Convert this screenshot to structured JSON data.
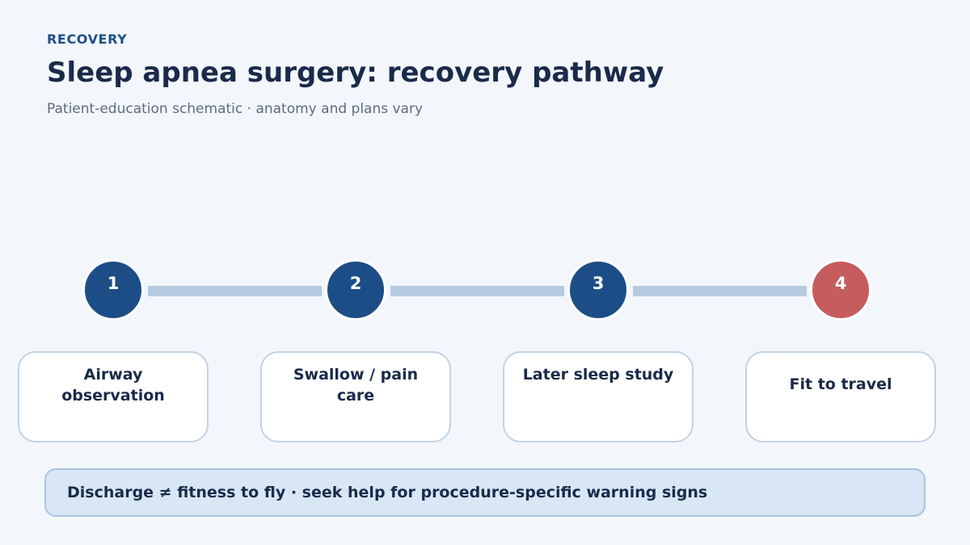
{
  "header": {
    "eyebrow": "RECOVERY",
    "title": "Sleep apnea surgery: recovery pathway",
    "subtitle": "Patient-education schematic · anatomy and plans vary"
  },
  "steps": [
    {
      "number": "1",
      "label": "Airway observation",
      "color": "#1d4d87"
    },
    {
      "number": "2",
      "label": "Swallow / pain care",
      "color": "#1d4d87"
    },
    {
      "number": "3",
      "label": "Later sleep study",
      "color": "#1d4d87"
    },
    {
      "number": "4",
      "label": "Fit to travel",
      "color": "#c55c5e"
    }
  ],
  "banner": {
    "text": "Discharge ≠ fitness to fly · seek help for procedure-specific warning signs"
  }
}
